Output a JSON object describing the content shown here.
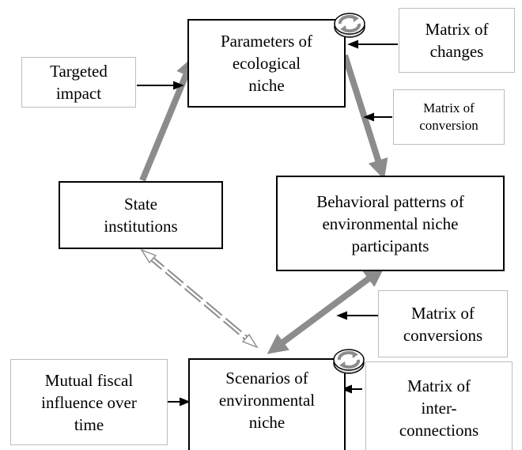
{
  "nodes": {
    "parameters": [
      "Parameters of",
      "ecological",
      "niche"
    ],
    "targeted": [
      "Targeted",
      "impact"
    ],
    "matrix_changes": [
      "Matrix of",
      "changes"
    ],
    "matrix_conversion": [
      "Matrix of",
      "conversion"
    ],
    "state": [
      "State",
      "institutions"
    ],
    "behavioral": [
      "Behavioral patterns of",
      "environmental niche",
      "participants"
    ],
    "matrix_conversions": [
      "Matrix of",
      "conversions"
    ],
    "mutual": [
      "Mutual fiscal",
      "influence over",
      "time"
    ],
    "scenarios": [
      "Scenarios of",
      "environmental",
      "niche"
    ],
    "matrix_interconnections": [
      "Matrix of",
      "inter-",
      "connections"
    ]
  },
  "icons": {
    "parameters_cycle": "cycle-icon",
    "scenarios_cycle": "cycle-icon"
  },
  "colors": {
    "border_main": "#000000",
    "border_side": "#bdbdbd",
    "thick_arrow": "#8c8c8c",
    "thin_arrow": "#000000",
    "dashed_arrow": "#8c8c8c"
  }
}
